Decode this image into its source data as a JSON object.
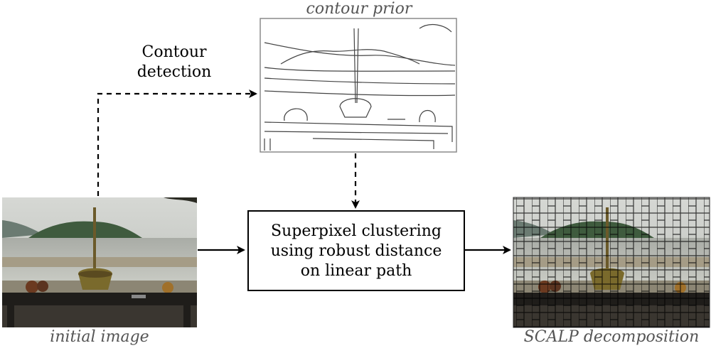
{
  "labels": {
    "contour_prior": "contour prior",
    "contour_detection": [
      "Contour",
      "detection"
    ],
    "process": [
      "Superpixel clustering",
      "using robust distance",
      "on linear path"
    ],
    "initial_image": "initial image",
    "scalp": "SCALP decomposition"
  },
  "colors": {
    "sky": "#c9ccc8",
    "water": "#b9bcb6",
    "island": "#3d5a3c",
    "table": "#1f1d1a",
    "gold": "#7a6a2c",
    "fruit": "#6b3a20",
    "edge": "#000000"
  }
}
